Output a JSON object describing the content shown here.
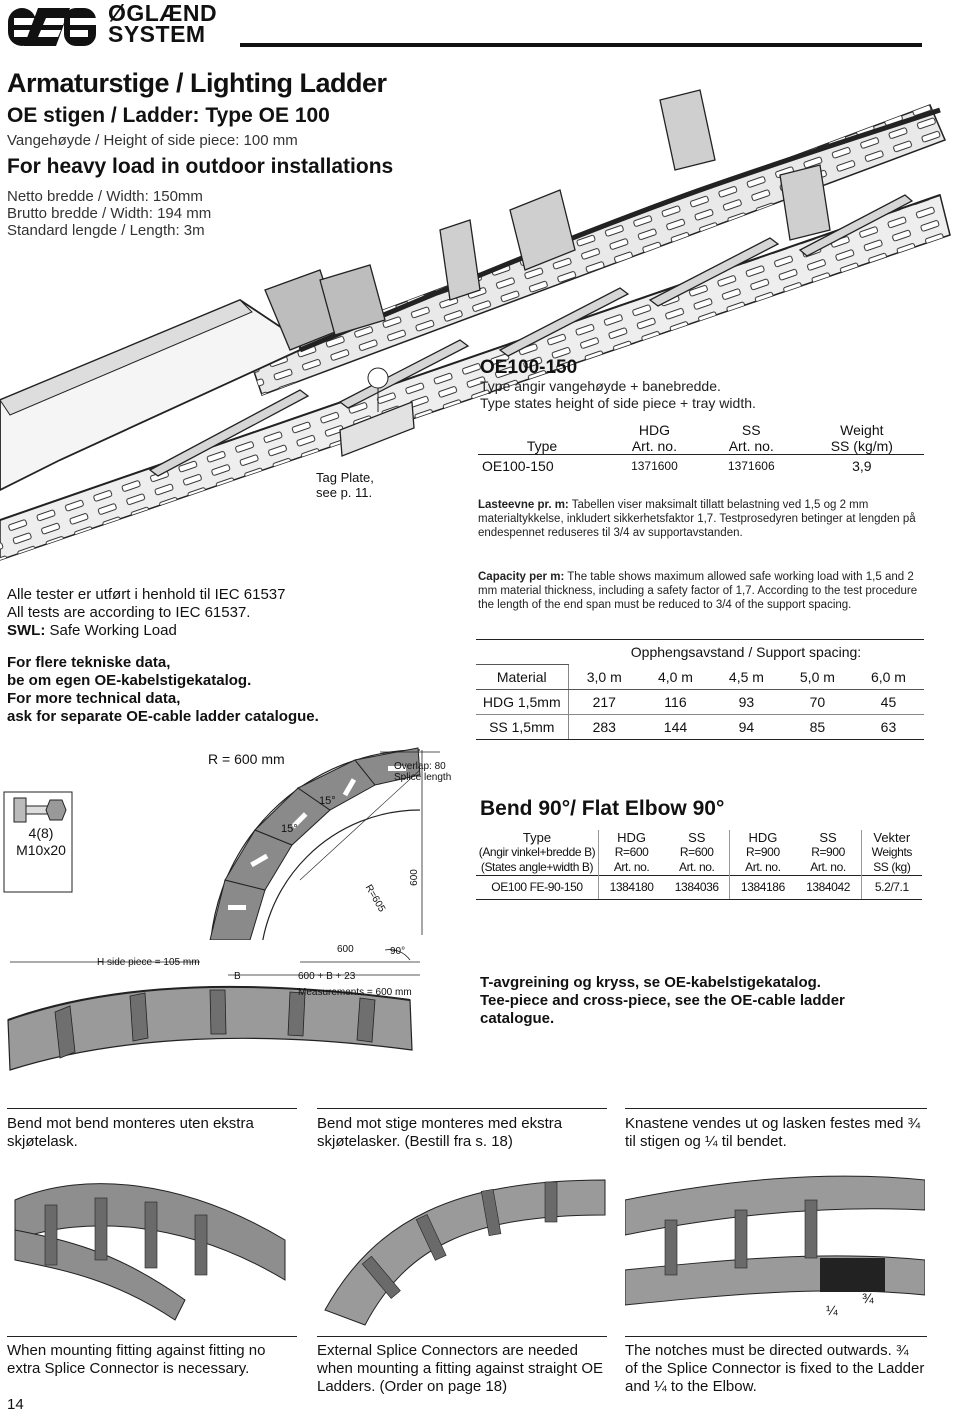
{
  "brand": {
    "line1": "ØGLÆND",
    "line2": "SYSTEM"
  },
  "header": {
    "title": "Armaturstige / Lighting Ladder",
    "subtitle": "OE stigen / Ladder: Type OE 100",
    "side_height": "Vangehøyde / Height of side piece: 100 mm",
    "use": "For heavy load in outdoor installations",
    "netto": "Netto bredde / Width: 150mm",
    "brutto": "Brutto bredde / Width: 194 mm",
    "length": "Standard lengde / Length: 3m"
  },
  "tag_plate": {
    "line1": "Tag Plate,",
    "line2": "see p. 11."
  },
  "tests": {
    "line1": "Alle tester er utført i henhold til IEC 61537",
    "line2": "All tests are according to IEC 61537.",
    "swl_bold": "SWL:",
    "swl_text": " Safe Working Load"
  },
  "more_info": {
    "line1": "For flere tekniske data,",
    "line2": "be om egen OE-kabelstigekatalog.",
    "line3": "For more technical data,",
    "line4": "ask for separate OE-cable ladder catalogue."
  },
  "oe_block": {
    "heading": "OE100-150",
    "line1": "Type angir vangehøyde + banebredde.",
    "line2": "Type states height of side piece + tray width."
  },
  "weights_table": {
    "head_top": [
      "",
      "HDG",
      "SS",
      "Weight"
    ],
    "head_bottom": [
      "Type",
      "Art. no.",
      "Art. no.",
      "SS (kg/m)"
    ],
    "row": [
      "OE100-150",
      "1371600",
      "1371606",
      "3,9"
    ]
  },
  "load_no": {
    "bold": "Lasteevne pr. m:",
    "text": " Tabellen viser maksimalt tillatt belastning ved 1,5 og 2 mm materialtykkelse, inkludert sikkerhetsfaktor 1,7. Testprosedyren betinger at lengden på endespennet reduseres til 3/4 av supportavstanden."
  },
  "load_en": {
    "bold": "Capacity per m:",
    "text": " The table shows maximum allowed safe working load with 1,5 and 2 mm material thickness, including a safety factor of 1,7. According to the test procedure the length of the end span must be reduced to 3/4 of the support spacing."
  },
  "support_table": {
    "title": "Opphengsavstand / Support spacing:",
    "headers": [
      "Material",
      "3,0 m",
      "4,0 m",
      "4,5 m",
      "5,0 m",
      "6,0 m"
    ],
    "rows": [
      [
        "HDG 1,5mm",
        "217",
        "116",
        "93",
        "70",
        "45"
      ],
      [
        "SS 1,5mm",
        "283",
        "144",
        "94",
        "85",
        "63"
      ]
    ]
  },
  "bend_drawing": {
    "radius": "R = 600 mm",
    "overlap": "Overlap: 80",
    "splice": "Splice length",
    "angle1": "15°",
    "angle2": "15°",
    "r605": "R=605",
    "dim600": "600",
    "bolt1": "4(8)",
    "bolt2": "M10x20"
  },
  "bend_table": {
    "title": "Bend 90°/ Flat Elbow 90°",
    "r1": [
      "Type",
      "HDG",
      "SS",
      "HDG",
      "SS",
      "Vekter"
    ],
    "r2": [
      "(Angir vinkel+bredde B)",
      "R=600",
      "R=600",
      "R=900",
      "R=900",
      "Weights"
    ],
    "r3": [
      "(States angle+width B)",
      "Art. no.",
      "Art. no.",
      "Art. no.",
      "Art. no.",
      "SS (kg)"
    ],
    "row": [
      "OE100 FE-90-150",
      "1384180",
      "1384036",
      "1384186",
      "1384042",
      "5.2/7.1"
    ]
  },
  "flat_drawing": {
    "side": "H side piece = 105 mm",
    "b": "B",
    "d600": "600",
    "d600b": "600 + B + 23",
    "meas": "Measurements = 600 mm",
    "deg": "90°"
  },
  "tee": {
    "line1": "T-avgreining og kryss, se OE-kabelstigekatalog.",
    "line2": "Tee-piece and cross-piece, see the OE-cable ladder catalogue."
  },
  "captions_top": [
    "Bend mot bend monteres uten ekstra skjøtelask.",
    "Bend mot stige monteres med ekstra skjøtelasker. (Bestill fra s. 18)",
    "Knastene vendes ut og lasken festes med ¾ til stigen og ¼ til bendet."
  ],
  "captions_bottom": [
    "When mounting fitting against fitting no extra Splice Connector is necessary.",
    "External Splice Connectors are needed when mounting a fitting against straight OE Ladders. (Order on page 18)",
    "The notches must be directed outwards. ¾ of the Splice Connector is fixed to the Ladder and ¼ to the Elbow."
  ],
  "fractions": {
    "quarter": "¼",
    "three_quarter": "¾"
  },
  "page_number": "14"
}
